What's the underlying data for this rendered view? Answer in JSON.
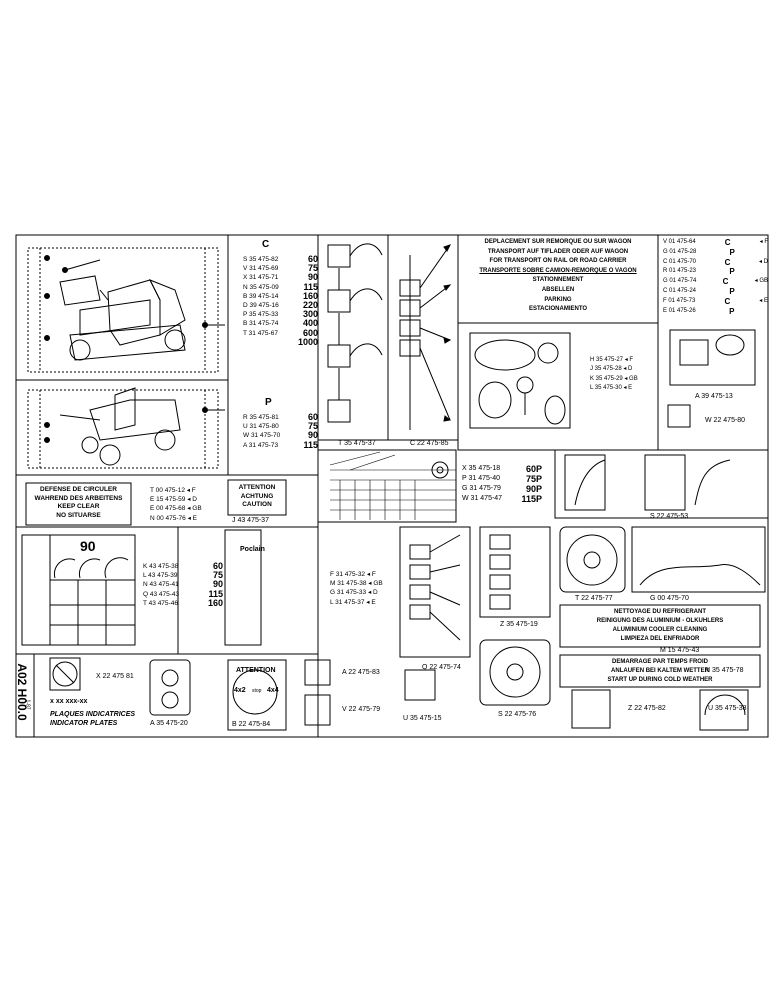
{
  "left_col": {
    "c_label": "C",
    "c_parts": [
      [
        "S 35 475-82",
        "60"
      ],
      [
        "V 31 475-69",
        "75"
      ],
      [
        "X 31 475-71",
        "90"
      ],
      [
        "N 35 475-09",
        "115"
      ],
      [
        "B 39 475-14",
        "160"
      ],
      [
        "D 39 475-16",
        "220"
      ],
      [
        "P 35 475-33",
        "300"
      ],
      [
        "B 31 475-74",
        "400"
      ],
      [
        "T 31 475-67",
        "600"
      ],
      [
        "",
        "1000"
      ]
    ],
    "p_label": "P",
    "p_parts": [
      [
        "R 35 475-81",
        "60"
      ],
      [
        "U 31 475-80",
        "75"
      ],
      [
        "W 31 475-70",
        "90"
      ],
      [
        "A 31 475-73",
        "115"
      ]
    ]
  },
  "defense": {
    "lines": [
      "DEFENSE DE CIRCULER",
      "WAHREND DES ARBEITENS",
      "KEEP CLEAR",
      "NO SITUARSE"
    ],
    "parts": [
      "T 00 475-12 ◂ F",
      "E 15 475-59 ◂ D",
      "E 00 475-68 ◂ GB",
      "N 00 475-76 ◂ E"
    ]
  },
  "attention_box": {
    "lines": [
      "ATTENTION",
      "ACHTUNG",
      "CAUTION"
    ],
    "part": "J 43 475-37"
  },
  "gauge": {
    "value": "90",
    "parts": [
      [
        "K 43 475-38",
        "60"
      ],
      [
        "L 43 475-39",
        "75"
      ],
      [
        "N 43 475-41",
        "90"
      ],
      [
        "Q 43 475-43",
        "115"
      ],
      [
        "T 43 475-46",
        "160"
      ]
    ]
  },
  "poclain": {
    "logo": "Poclain",
    "parts": [
      "F 31 475-32 ◂ F",
      "M 31 475-38 ◂ GB",
      "G 31 475-33 ◂ D",
      "L 31 475-37 ◂ E"
    ]
  },
  "side_code": "A02 H00.0",
  "side_code_small": "1-87",
  "plates": {
    "title_fr": "PLAQUES INDICATRICES",
    "title_en": "INDICATOR PLATES",
    "code": "x xx xxx-xx",
    "part_a": "A 35 475-20",
    "part_x": "X 22 475 81"
  },
  "attention_4x4": {
    "title": "ATTENTION",
    "left": "4x2",
    "mid": "stop",
    "right": "4x4",
    "part": "B 22 475-84"
  },
  "small_parts": {
    "a22_83": "A 22 475-83",
    "v22_79": "V 22 475-79",
    "u35_15": "U 35 475-15",
    "t35_37": "T 35 475-37",
    "c22_85": "C 22 475-85",
    "q22_74": "Q 22 475-74",
    "z35_19": "Z 35 475-19",
    "s22_76": "S 22 475-76",
    "a39_13": "A 39 475-13",
    "w22_80": "W 22 475-80",
    "s22_53": "S 22 475-53",
    "t22_77": "T 22 475-77",
    "g00_70": "G 00 475-70",
    "m15_43": "M 15 475-43",
    "z22_82": "Z 22 475-82",
    "n35_78": "N 35 475-78",
    "u35_38": "U 35 475-38"
  },
  "transport": {
    "lines": [
      "DEPLACEMENT SUR REMORQUE OU SUR WAGON",
      "TRANSPORT AUF TIFLADER ODER AUF WAGON",
      "FOR TRANSPORT ON RAIL OR ROAD CARRIER",
      "TRANSPORTE SOBRE CAMION-REMORQUE O VAGON",
      "STATIONNEMENT",
      "ABSELLEN",
      "PARKING",
      "ESTACIONAMIENTO"
    ],
    "right_parts": [
      [
        "V 01 475-64",
        "C",
        "◂ F"
      ],
      [
        "G 01 475-28",
        "P",
        ""
      ],
      [
        "C 01 475-70",
        "C",
        "◂ D"
      ],
      [
        "R 01 475-23",
        "P",
        ""
      ],
      [
        "G 01 475-74",
        "C",
        "◂ GB"
      ],
      [
        "C 01 475-24",
        "P",
        ""
      ],
      [
        "F 01 475-73",
        "C",
        "◂ E"
      ],
      [
        "E 01 475-26",
        "P",
        ""
      ]
    ],
    "mid_parts": [
      "H 35 475-27 ◂ F",
      "J 35 475-28 ◂ D",
      "K 35 475-29 ◂ GB",
      "L 35 475-30 ◂ E"
    ]
  },
  "grid_parts": [
    [
      "X 35 475-18",
      "60P"
    ],
    [
      "P 31 475-40",
      "75P"
    ],
    [
      "G 31 475-79",
      "90P"
    ],
    [
      "W 31 475-47",
      "115P"
    ]
  ],
  "cooler": {
    "lines": [
      "NETTOYAGE DU REFRIGERANT",
      "REINIGUNG DES ALUMINIUM - OLKUHLERS",
      "ALUMINIUM COOLER CLEANING",
      "LIMPIEZA DEL ENFRIADOR"
    ]
  },
  "cold": {
    "lines": [
      "DEMARRAGE PAR TEMPS FROID",
      "ANLAUFEN BEI KALTEM WETTER",
      "START UP DURING COLD WEATHER"
    ]
  }
}
